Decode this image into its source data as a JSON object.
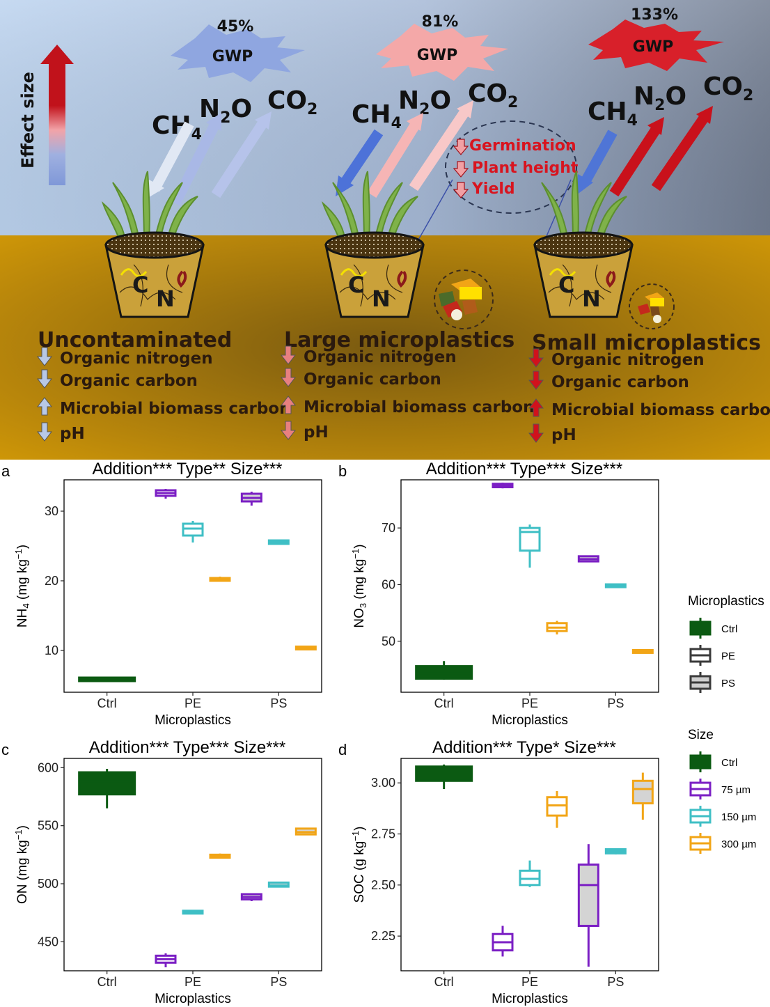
{
  "banner": {
    "effect_size_label": "Effect size",
    "columns": [
      {
        "gwp_percent": "45%",
        "gwp_label": "GWP",
        "gwp_color": "#8fa6e0",
        "title": "Uncontaminated",
        "gases": {
          "ch4": "CH",
          "ch4_sub": "4",
          "n2o_a": "N",
          "n2o_sub": "2",
          "n2o_b": "O",
          "co2": "CO",
          "co2_sub": "2"
        },
        "items": [
          "Organic nitrogen",
          "Organic carbon",
          "Microbial biomass carbon",
          "pH"
        ],
        "item_arrows": [
          "down",
          "down",
          "up",
          "down"
        ],
        "arrow_color": "#b8c8e6"
      },
      {
        "gwp_percent": "81%",
        "gwp_label": "GWP",
        "gwp_color": "#f4a8a8",
        "title": "Large microplastics",
        "gases": {
          "ch4": "CH",
          "ch4_sub": "4",
          "n2o_a": "N",
          "n2o_sub": "2",
          "n2o_b": "O",
          "co2": "CO",
          "co2_sub": "2"
        },
        "items": [
          "Organic nitrogen",
          "Organic carbon",
          "Microbial biomass carbon",
          "pH"
        ],
        "item_arrows": [
          "down",
          "down",
          "up",
          "down"
        ],
        "arrow_color": "#e88080"
      },
      {
        "gwp_percent": "133%",
        "gwp_label": "GWP",
        "gwp_color": "#d8202a",
        "title": "Small microplastics",
        "gases": {
          "ch4": "CH",
          "ch4_sub": "4",
          "n2o_a": "N",
          "n2o_sub": "2",
          "n2o_b": "O",
          "co2": "CO",
          "co2_sub": "2"
        },
        "items": [
          "Organic nitrogen",
          "Organic carbon",
          "Microbial biomass carbon",
          "pH"
        ],
        "item_arrows": [
          "down",
          "down",
          "up",
          "down"
        ],
        "arrow_color": "#d0121c"
      }
    ],
    "plant_effects": [
      "Germination",
      "Plant height",
      "Yield"
    ],
    "pot_letters": [
      "C",
      "N"
    ]
  },
  "legend": {
    "microplastics_title": "Microplastics",
    "microplastics_items": [
      {
        "label": "Ctrl",
        "fill": "#0b5a12",
        "stroke": "#0b5a12"
      },
      {
        "label": "PE",
        "fill": "#ffffff",
        "stroke": "#3a3a3a"
      },
      {
        "label": "PS",
        "fill": "#cfcfcf",
        "stroke": "#3a3a3a"
      }
    ],
    "size_title": "Size",
    "size_items": [
      {
        "label": "Ctrl",
        "color": "#0b5a12"
      },
      {
        "label": "75 µm",
        "color": "#7b1fc4"
      },
      {
        "label": "150 µm",
        "color": "#3fbfc5"
      },
      {
        "label": "300 µm",
        "color": "#f2a516"
      }
    ]
  },
  "chart_data": [
    {
      "letter": "a",
      "type": "box",
      "title": "Addition*** Type** Size***",
      "xlabel": "Microplastics",
      "ylabel_main": "NH",
      "ylabel_sub": "4",
      "ylabel_unit": " (mg kg",
      "ylabel_exp": "−1",
      "ylabel_end": ")",
      "categories": [
        "Ctrl",
        "PE",
        "PS"
      ],
      "ylim": [
        4,
        34.5
      ],
      "yticks": [
        10,
        20,
        30
      ],
      "boxes": [
        {
          "cat": "Ctrl",
          "size": "Ctrl",
          "type": "Ctrl",
          "min": 5.5,
          "q1": 5.6,
          "median": 5.8,
          "q3": 6.1,
          "max": 6.2
        },
        {
          "cat": "PE",
          "size": "75 µm",
          "type": "PE",
          "min": 31.8,
          "q1": 32.2,
          "median": 32.6,
          "q3": 33.0,
          "max": 33.2
        },
        {
          "cat": "PE",
          "size": "150 µm",
          "type": "PE",
          "min": 25.5,
          "q1": 26.5,
          "median": 27.5,
          "q3": 28.2,
          "max": 28.6
        },
        {
          "cat": "PE",
          "size": "300 µm",
          "type": "PE",
          "min": 19.9,
          "q1": 20.0,
          "median": 20.2,
          "q3": 20.4,
          "max": 20.6
        },
        {
          "cat": "PS",
          "size": "75 µm",
          "type": "PS",
          "min": 30.8,
          "q1": 31.4,
          "median": 31.9,
          "q3": 32.5,
          "max": 32.8
        },
        {
          "cat": "PS",
          "size": "150 µm",
          "type": "PS",
          "min": 25.2,
          "q1": 25.3,
          "median": 25.6,
          "q3": 25.8,
          "max": 25.9
        },
        {
          "cat": "PS",
          "size": "300 µm",
          "type": "PS",
          "min": 10.2,
          "q1": 10.2,
          "median": 10.3,
          "q3": 10.5,
          "max": 10.5
        }
      ]
    },
    {
      "letter": "b",
      "type": "box",
      "title": "Addition*** Type*** Size***",
      "xlabel": "Microplastics",
      "ylabel_main": "NO",
      "ylabel_sub": "3",
      "ylabel_unit": " (mg kg",
      "ylabel_exp": "−1",
      "ylabel_end": ")",
      "categories": [
        "Ctrl",
        "PE",
        "PS"
      ],
      "ylim": [
        41,
        78.5
      ],
      "yticks": [
        50,
        60,
        70
      ],
      "boxes": [
        {
          "cat": "Ctrl",
          "size": "Ctrl",
          "type": "Ctrl",
          "min": 43.2,
          "q1": 43.4,
          "median": 44.3,
          "q3": 45.6,
          "max": 46.5
        },
        {
          "cat": "PE",
          "size": "75 µm",
          "type": "PE",
          "min": 77.0,
          "q1": 77.2,
          "median": 77.5,
          "q3": 77.8,
          "max": 78.0
        },
        {
          "cat": "PE",
          "size": "150 µm",
          "type": "PE",
          "min": 63.0,
          "q1": 66.0,
          "median": 69.3,
          "q3": 70.0,
          "max": 70.6
        },
        {
          "cat": "PE",
          "size": "300 µm",
          "type": "PE",
          "min": 51.2,
          "q1": 51.8,
          "median": 52.4,
          "q3": 53.2,
          "max": 53.6
        },
        {
          "cat": "PS",
          "size": "75 µm",
          "type": "PS",
          "min": 64.0,
          "q1": 64.1,
          "median": 64.5,
          "q3": 65.0,
          "max": 65.1
        },
        {
          "cat": "PS",
          "size": "150 µm",
          "type": "PS",
          "min": 59.5,
          "q1": 59.6,
          "median": 59.8,
          "q3": 60.0,
          "max": 60.1
        },
        {
          "cat": "PS",
          "size": "300 µm",
          "type": "PS",
          "min": 48.0,
          "q1": 48.0,
          "median": 48.2,
          "q3": 48.4,
          "max": 48.5
        }
      ]
    },
    {
      "letter": "c",
      "type": "box",
      "title": "Addition*** Type*** Size***",
      "xlabel": "Microplastics",
      "ylabel_main": "ON",
      "ylabel_sub": "",
      "ylabel_unit": " (mg kg",
      "ylabel_exp": "−1",
      "ylabel_end": ")",
      "categories": [
        "Ctrl",
        "PE",
        "PS"
      ],
      "ylim": [
        425,
        608
      ],
      "yticks": [
        450,
        500,
        550,
        600
      ],
      "boxes": [
        {
          "cat": "Ctrl",
          "size": "Ctrl",
          "type": "Ctrl",
          "min": 565,
          "q1": 577,
          "median": 588,
          "q3": 596,
          "max": 599
        },
        {
          "cat": "PE",
          "size": "75 µm",
          "type": "PE",
          "min": 428,
          "q1": 432,
          "median": 435,
          "q3": 438,
          "max": 440
        },
        {
          "cat": "PE",
          "size": "150 µm",
          "type": "PE",
          "min": 474,
          "q1": 474.5,
          "median": 475.5,
          "q3": 476.5,
          "max": 477
        },
        {
          "cat": "PE",
          "size": "300 µm",
          "type": "PE",
          "min": 522,
          "q1": 522.5,
          "median": 523.5,
          "q3": 525,
          "max": 526
        },
        {
          "cat": "PS",
          "size": "75 µm",
          "type": "PS",
          "min": 485,
          "q1": 486.5,
          "median": 488.5,
          "q3": 491,
          "max": 491.5
        },
        {
          "cat": "PS",
          "size": "150 µm",
          "type": "PS",
          "min": 497,
          "q1": 497.5,
          "median": 498.5,
          "q3": 501,
          "max": 501.5
        },
        {
          "cat": "PS",
          "size": "300 µm",
          "type": "PS",
          "min": 542,
          "q1": 542.5,
          "median": 544.5,
          "q3": 547.5,
          "max": 548
        }
      ]
    },
    {
      "letter": "d",
      "type": "box",
      "title": "Addition*** Type* Size***",
      "xlabel": "Microplastics",
      "ylabel_main": "SOC",
      "ylabel_sub": "",
      "ylabel_unit": " (g kg",
      "ylabel_exp": "−1",
      "ylabel_end": ")",
      "categories": [
        "Ctrl",
        "PE",
        "PS"
      ],
      "ylim": [
        2.08,
        3.12
      ],
      "yticks": [
        2.25,
        2.5,
        2.75,
        3.0
      ],
      "ytick_labels": [
        "2.25",
        "2.50",
        "2.75",
        "3.00"
      ],
      "boxes": [
        {
          "cat": "Ctrl",
          "size": "Ctrl",
          "type": "Ctrl",
          "min": 2.97,
          "q1": 3.01,
          "median": 3.05,
          "q3": 3.08,
          "max": 3.09
        },
        {
          "cat": "PE",
          "size": "75 µm",
          "type": "PE",
          "min": 2.15,
          "q1": 2.18,
          "median": 2.22,
          "q3": 2.26,
          "max": 2.3
        },
        {
          "cat": "PE",
          "size": "150 µm",
          "type": "PE",
          "min": 2.49,
          "q1": 2.5,
          "median": 2.53,
          "q3": 2.57,
          "max": 2.62
        },
        {
          "cat": "PE",
          "size": "300 µm",
          "type": "PE",
          "min": 2.78,
          "q1": 2.84,
          "median": 2.89,
          "q3": 2.93,
          "max": 2.96
        },
        {
          "cat": "PS",
          "size": "75 µm",
          "type": "PS",
          "min": 2.1,
          "q1": 2.3,
          "median": 2.5,
          "q3": 2.6,
          "max": 2.7
        },
        {
          "cat": "PS",
          "size": "150 µm",
          "type": "PS",
          "min": 2.65,
          "q1": 2.655,
          "median": 2.665,
          "q3": 2.675,
          "max": 2.68
        },
        {
          "cat": "PS",
          "size": "300 µm",
          "type": "PS",
          "min": 2.82,
          "q1": 2.9,
          "median": 2.97,
          "q3": 3.01,
          "max": 3.05
        }
      ]
    }
  ]
}
